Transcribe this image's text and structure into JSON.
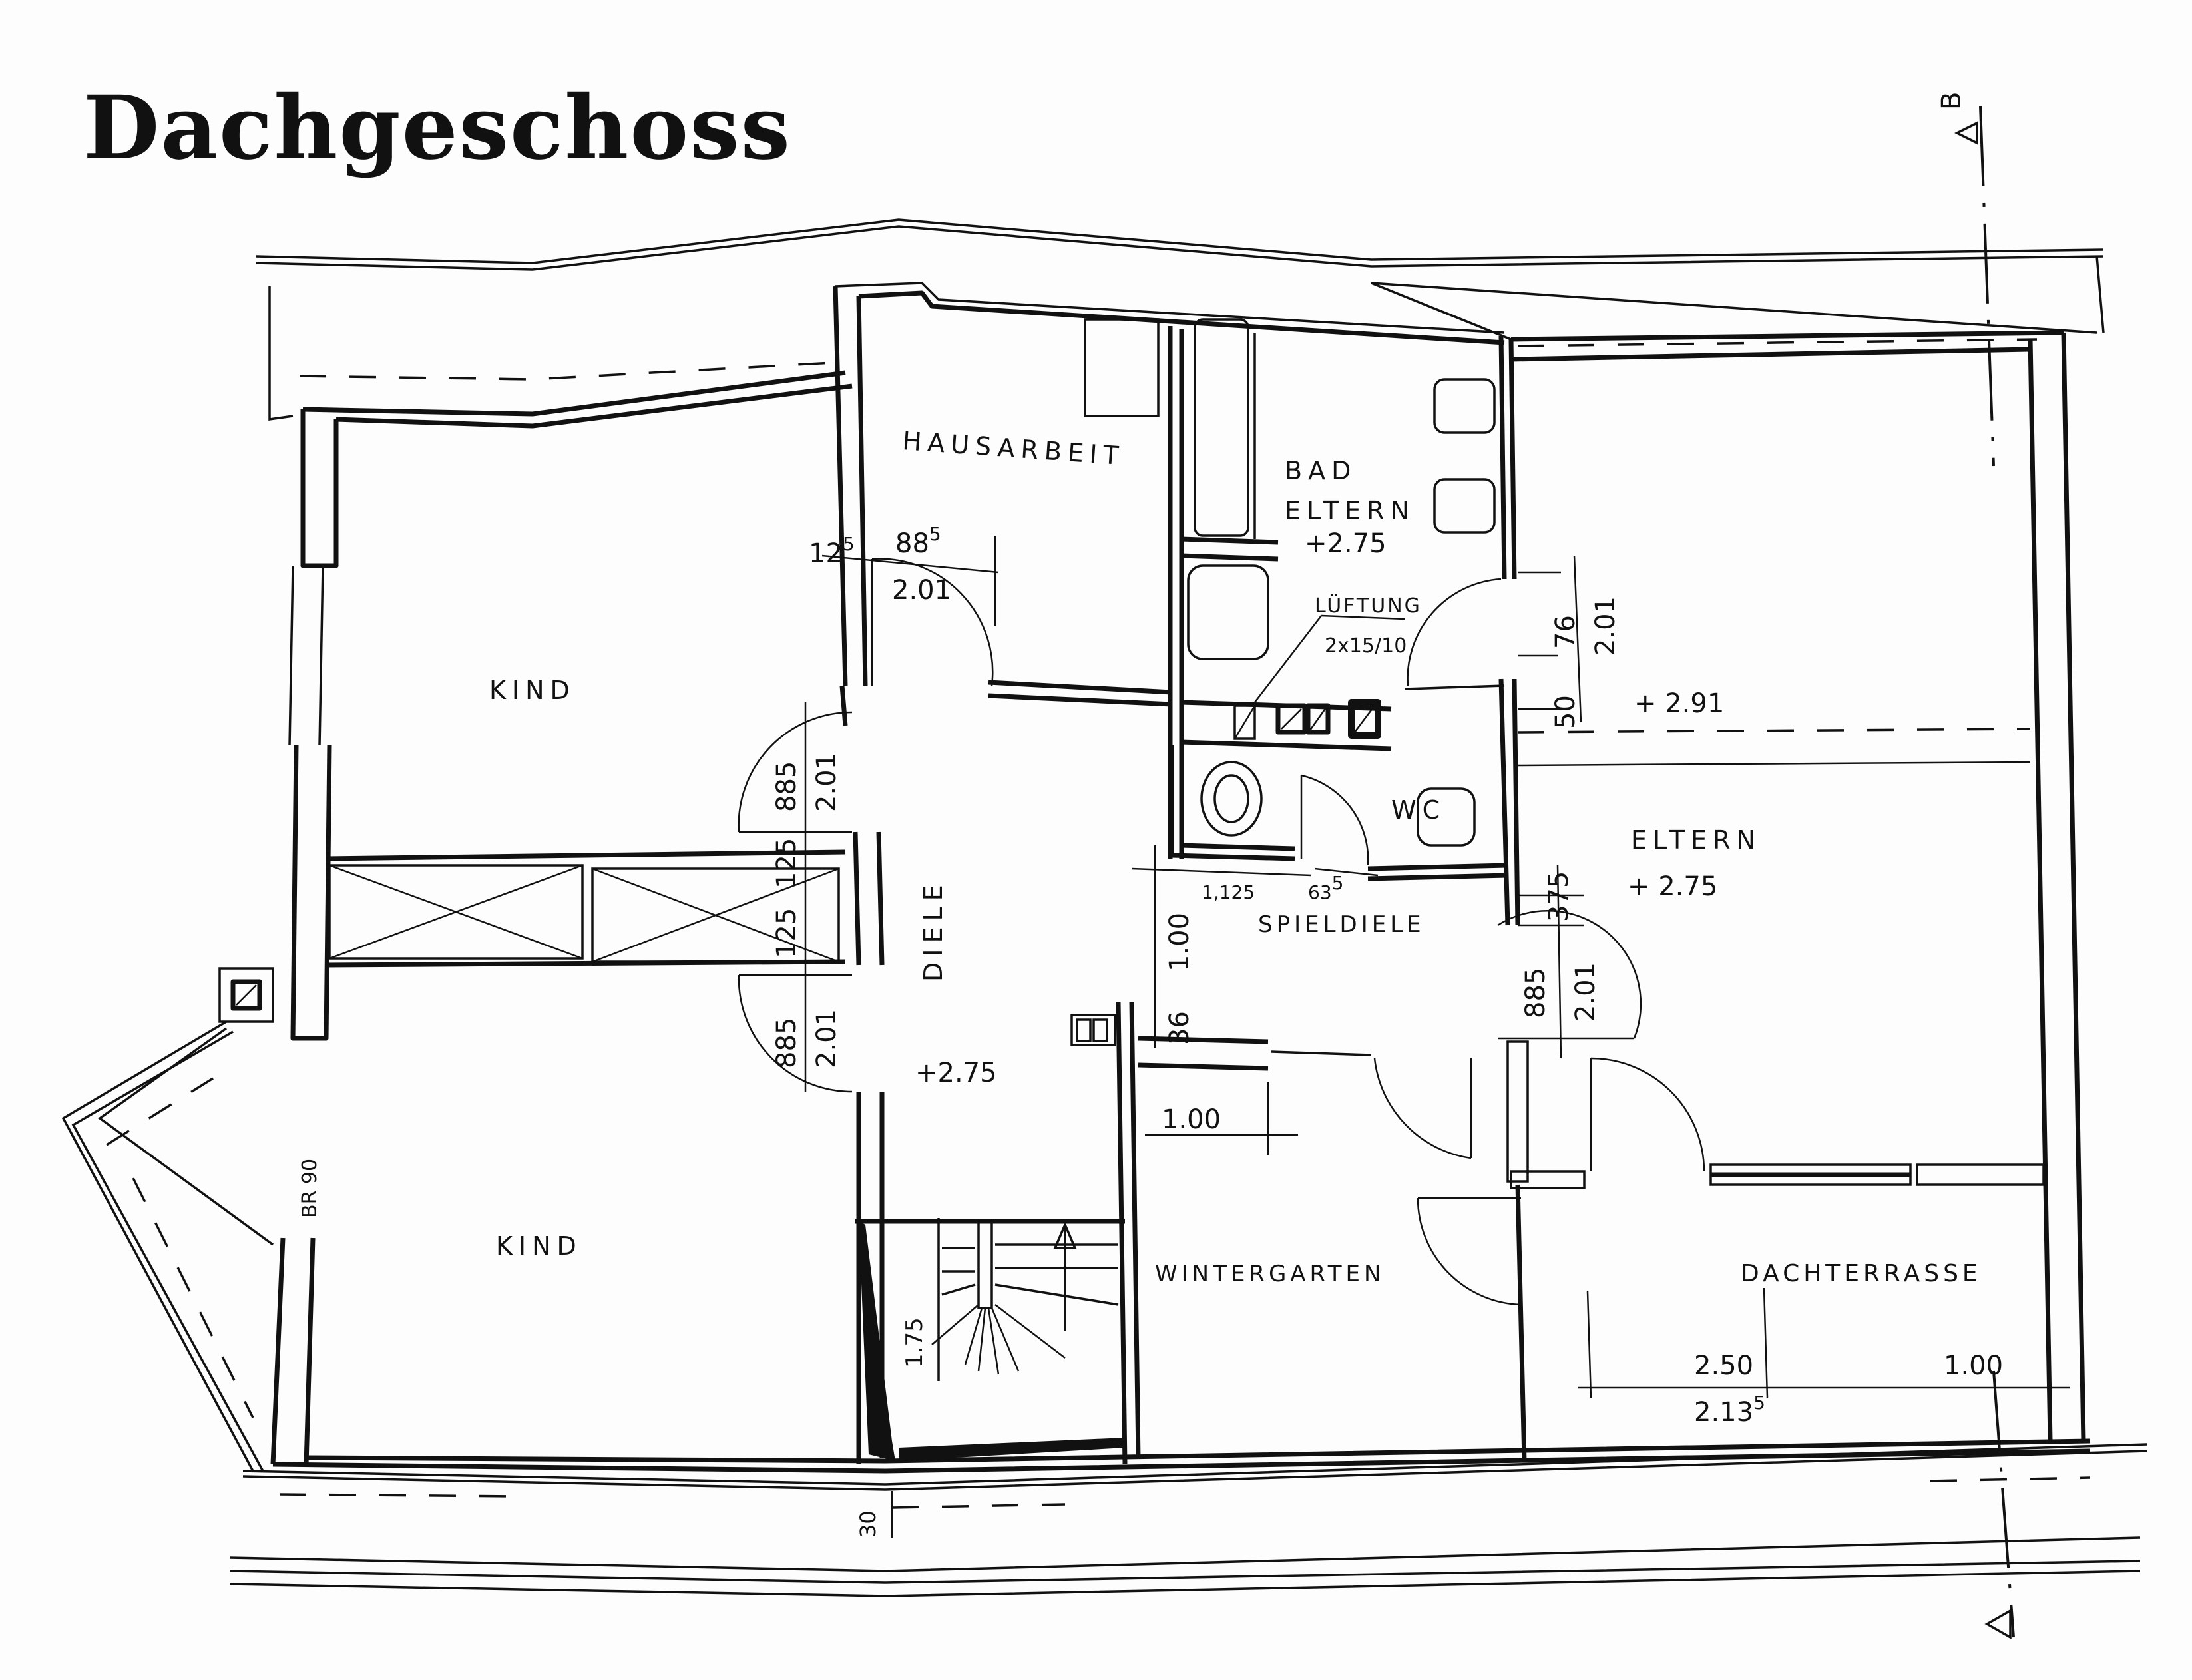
{
  "title": "Dachgeschoss",
  "section_marker": "B",
  "rooms": {
    "kind_top": {
      "label": "KIND"
    },
    "kind_bottom": {
      "label": "KIND"
    },
    "hausarbeit": {
      "label": "HAUSARBEIT"
    },
    "bad_eltern": {
      "label_line1": "BAD",
      "label_line2": "ELTERN",
      "height": "+2.75"
    },
    "lueftung": {
      "label": "LÜFTUNG",
      "size": "2x15/10"
    },
    "wc": {
      "label": "WC"
    },
    "diele": {
      "label": "DIELE",
      "height": "+2.75"
    },
    "spieldiele": {
      "label": "SPIELDIELE"
    },
    "eltern": {
      "label": "ELTERN",
      "height": "+ 2.75",
      "height_upper": "+ 2.91"
    },
    "wintergarten": {
      "label": "WINTERGARTEN"
    },
    "dachterrasse": {
      "label": "DACHTERRASSE"
    }
  },
  "dimensions": {
    "hausarbeit_door_width": "88",
    "hausarbeit_door_width_sup": "5",
    "hausarbeit_door_height": "2.01",
    "hausarbeit_wall": "12",
    "hausarbeit_wall_sup": "5",
    "kind_top_door_width": "885",
    "kind_top_door_height": "2.01",
    "kind_bottom_door_width": "885",
    "kind_bottom_door_height": "2.01",
    "wall_125_upper": "125",
    "wall_125_lower": "125",
    "eltern_76": "76",
    "eltern_2_01": "2.01",
    "eltern_50": "50",
    "spieldiele_1125": "1,125",
    "spieldiele_63": "63",
    "spieldiele_63_sup": "5",
    "spieldiele_1_00": "1.00",
    "spieldiele_36": "36",
    "eltern_375": "375",
    "eltern_door_width": "885",
    "eltern_door_height": "2.01",
    "wintergarten_1_00": "1.00",
    "stair_1_75": "1.75",
    "terrace_2_50": "2.50",
    "terrace_1_00": "1.00",
    "terrace_2_13": "2.13",
    "terrace_2_13_sup": "5",
    "outer_30": "30",
    "window_br90": "BR 90"
  }
}
